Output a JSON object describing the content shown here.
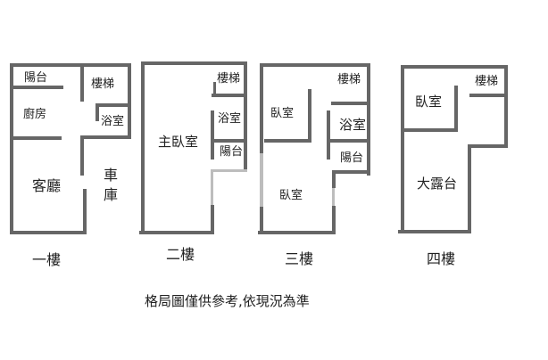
{
  "floors": [
    {
      "name": "一樓",
      "rooms": [
        "陽台",
        "樓梯",
        "廚房",
        "浴室",
        "客廳",
        "車庫"
      ]
    },
    {
      "name": "二樓",
      "rooms": [
        "樓梯",
        "浴室",
        "主臥室",
        "陽台"
      ]
    },
    {
      "name": "三樓",
      "rooms": [
        "樓梯",
        "臥室",
        "浴室",
        "陽台",
        "臥室"
      ]
    },
    {
      "name": "四樓",
      "rooms": [
        "臥室",
        "樓梯",
        "大露台"
      ]
    }
  ],
  "note": "格局圖僅供參考,依現況為準",
  "colors": {
    "wall": "#666666",
    "wall_light": "#bdbdbd",
    "background": "#ffffff"
  }
}
